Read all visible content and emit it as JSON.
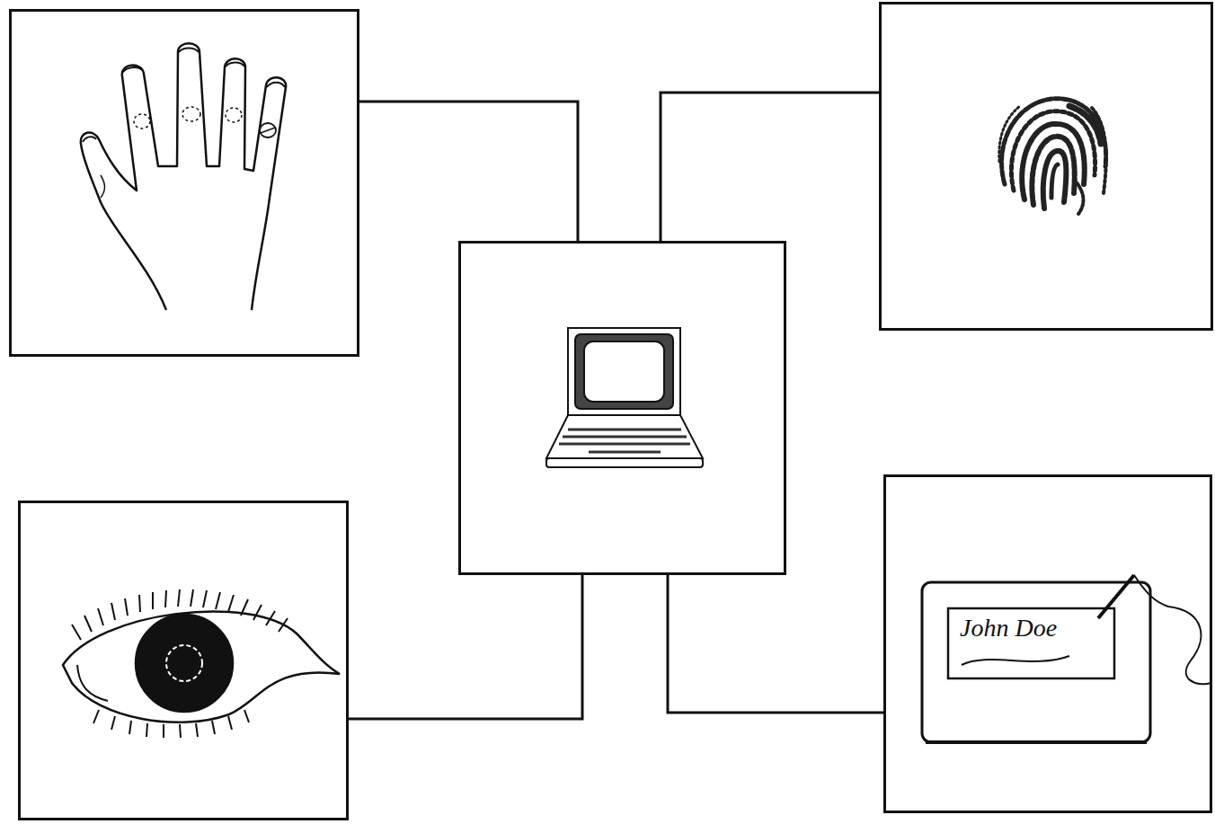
{
  "diagram": {
    "nodes": [
      {
        "text": []
      },
      {
        "text": []
      },
      {
        "text": []
      },
      {
        "text": []
      },
      {
        "text": [
          "John Doe"
        ]
      }
    ],
    "edges": [
      {
        "from": 2,
        "to": 0,
        "arrow": "none"
      },
      {
        "from": 2,
        "to": 1,
        "arrow": "none"
      },
      {
        "from": 2,
        "to": 3,
        "arrow": "none"
      },
      {
        "from": 2,
        "to": 4,
        "arrow": "none"
      }
    ]
  }
}
